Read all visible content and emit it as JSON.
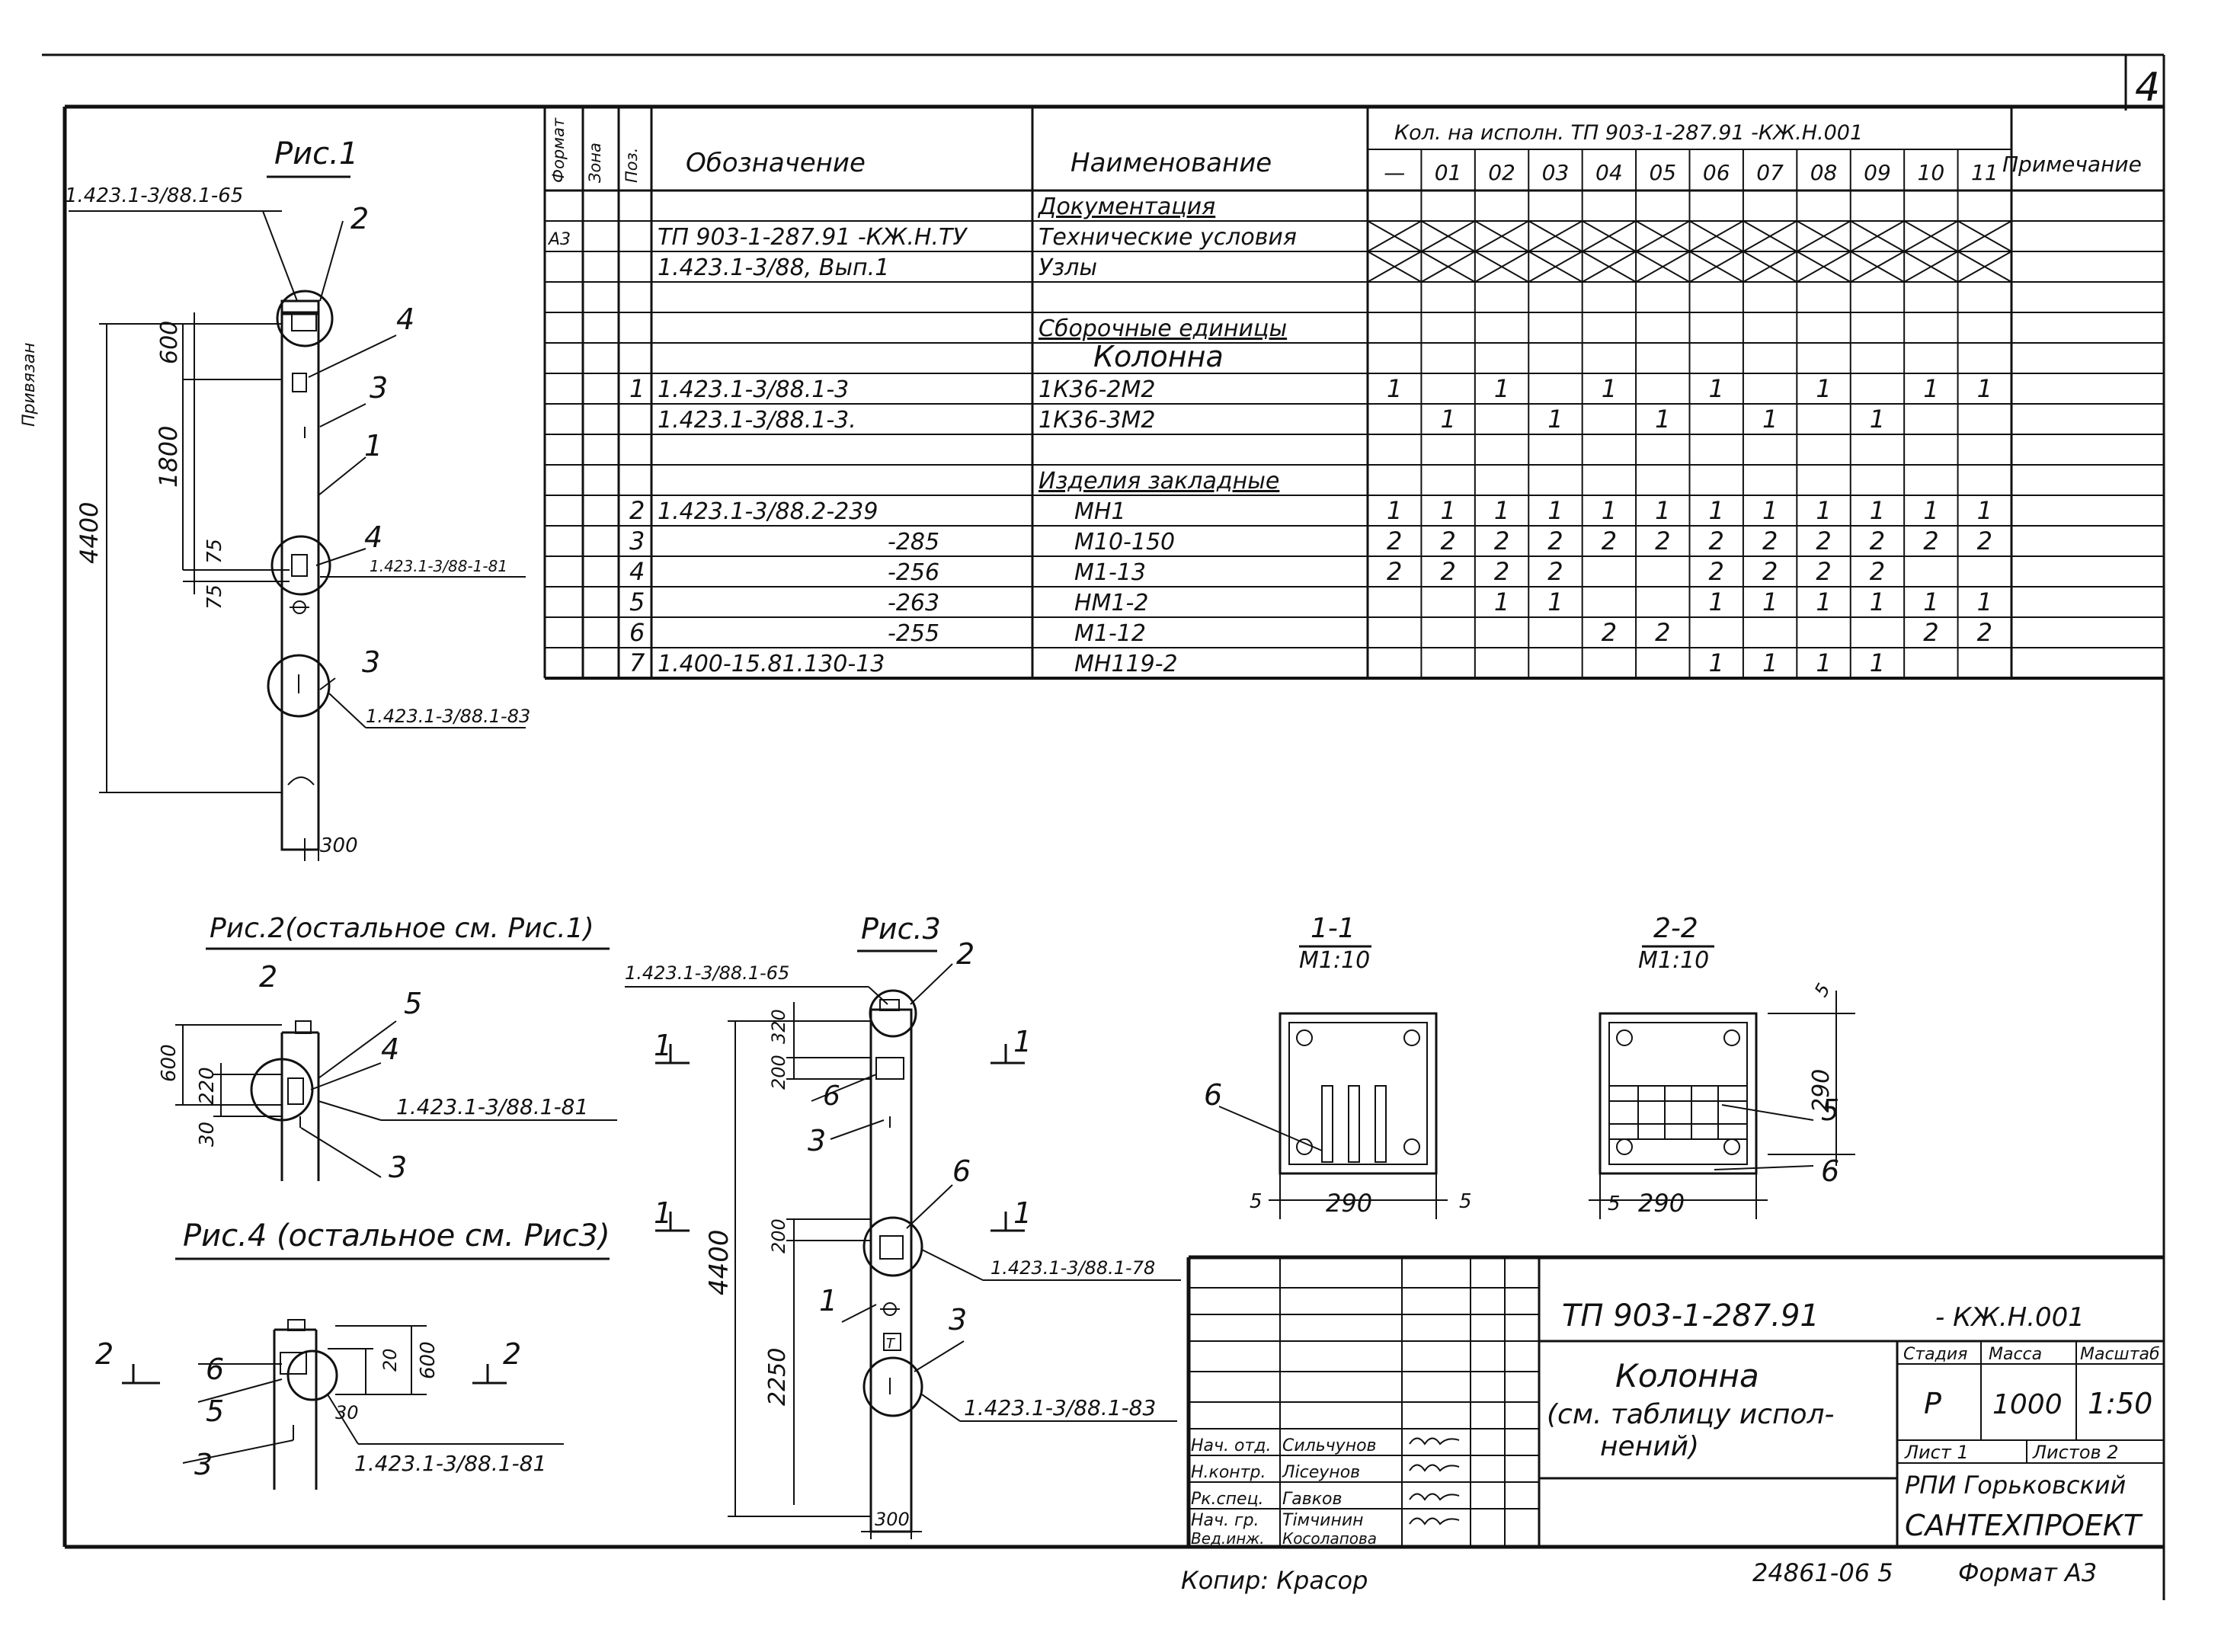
{
  "sheet": {
    "sheet_number": "4",
    "copy_note": "Копир: Красор",
    "bottom_code": "24861-06 5",
    "format_label": "Формат А3",
    "left_margin_note": "Привязан"
  },
  "spec_table": {
    "headers": {
      "format": "Формат",
      "zone": "Зона",
      "pos": "Поз.",
      "designation": "Обозначение",
      "name": "Наименование",
      "qty_group": "Кол. на исполн. ТП 903-1-287.91 -КЖ.Н.001",
      "note": "Примечание"
    },
    "variant_columns": [
      "—",
      "01",
      "02",
      "03",
      "04",
      "05",
      "06",
      "07",
      "08",
      "09",
      "10",
      "11"
    ],
    "rows": [
      {
        "format": "",
        "pos": "",
        "designation": "",
        "name": "Документация",
        "kind": "section",
        "qty": []
      },
      {
        "format": "А3",
        "pos": "",
        "designation": "ТП 903-1-287.91 -КЖ.Н.ТУ",
        "name": "Технические условия",
        "kind": "crossed",
        "qty": []
      },
      {
        "format": "",
        "pos": "",
        "designation": "1.423.1-3/88, Вып.1",
        "name": "Узлы",
        "kind": "crossed",
        "qty": []
      },
      {
        "format": "",
        "pos": "",
        "designation": "",
        "name": "",
        "kind": "blank",
        "qty": []
      },
      {
        "format": "",
        "pos": "",
        "designation": "",
        "name": "Сборочные единицы",
        "kind": "section",
        "qty": []
      },
      {
        "format": "",
        "pos": "",
        "designation": "",
        "name": "Колонна",
        "kind": "subtitle",
        "qty": []
      },
      {
        "format": "",
        "pos": "1",
        "designation": "1.423.1-3/88.1-3",
        "name": "1К36-2М2",
        "kind": "item",
        "qty": [
          "1",
          "",
          "1",
          "",
          "1",
          "",
          "1",
          "",
          "1",
          "",
          "1",
          "1"
        ]
      },
      {
        "format": "",
        "pos": "",
        "designation": "1.423.1-3/88.1-3.",
        "name": "1К36-3М2",
        "kind": "item",
        "qty": [
          "",
          "1",
          "",
          "1",
          "",
          "1",
          "",
          "1",
          "",
          "1",
          "",
          ""
        ]
      },
      {
        "format": "",
        "pos": "",
        "designation": "",
        "name": "",
        "kind": "blank",
        "qty": []
      },
      {
        "format": "",
        "pos": "",
        "designation": "",
        "name": "Изделия закладные",
        "kind": "section",
        "qty": []
      },
      {
        "format": "",
        "pos": "2",
        "designation": "1.423.1-3/88.2-239",
        "name": "МН1",
        "kind": "item",
        "qty": [
          "1",
          "1",
          "1",
          "1",
          "1",
          "1",
          "1",
          "1",
          "1",
          "1",
          "1",
          "1"
        ]
      },
      {
        "format": "",
        "pos": "3",
        "designation": "-285",
        "name": "М10-150",
        "kind": "item",
        "qty": [
          "2",
          "2",
          "2",
          "2",
          "2",
          "2",
          "2",
          "2",
          "2",
          "2",
          "2",
          "2"
        ]
      },
      {
        "format": "",
        "pos": "4",
        "designation": "-256",
        "name": "М1-13",
        "kind": "item",
        "qty": [
          "2",
          "2",
          "2",
          "2",
          "",
          "",
          "2",
          "2",
          "2",
          "2",
          "",
          ""
        ]
      },
      {
        "format": "",
        "pos": "5",
        "designation": "-263",
        "name": "НМ1-2",
        "kind": "item",
        "qty": [
          "",
          "",
          "1",
          "1",
          "",
          "",
          "1",
          "1",
          "1",
          "1",
          "1",
          "1"
        ]
      },
      {
        "format": "",
        "pos": "6",
        "designation": "-255",
        "name": "М1-12",
        "kind": "item",
        "qty": [
          "",
          "",
          "",
          "",
          "2",
          "2",
          "",
          "",
          "",
          "",
          "2",
          "2"
        ]
      },
      {
        "format": "",
        "pos": "7",
        "designation": "1.400-15.81.130-13",
        "name": "МН119-2",
        "kind": "item",
        "qty": [
          "",
          "",
          "",
          "",
          "",
          "",
          "1",
          "1",
          "1",
          "1",
          "",
          ""
        ]
      }
    ]
  },
  "fig1": {
    "title": "Рис.1",
    "ref_top": "1.423.1-3/88.1-65",
    "ref_mid": "1.423.1-3/88-1-81",
    "ref_low": "1.423.1-3/88.1-83",
    "dims": {
      "total": "4400",
      "upper": "1800",
      "top": "600",
      "d75a": "75",
      "d75b": "75",
      "width": "300"
    },
    "callouts": [
      "2",
      "4",
      "3",
      "1",
      "4",
      "3"
    ]
  },
  "fig2": {
    "title": "Рис.2(остальное см. Рис.1)",
    "ref": "1.423.1-3/88.1-81",
    "dims": {
      "d600": "600",
      "d220": "220",
      "d30": "30"
    },
    "callouts": [
      "2",
      "5",
      "4",
      "3"
    ]
  },
  "fig3": {
    "title": "Рис.3",
    "ref_top": "1.423.1-3/88.1-65",
    "ref_mid": "1.423.1-3/88.1-78",
    "ref_low": "1.423.1-3/88.1-83",
    "dims": {
      "d320": "320",
      "d200a": "200",
      "total": "4400",
      "d200b": "200",
      "d2250": "2250",
      "width": "300"
    },
    "callouts": [
      "2",
      "6",
      "3",
      "6",
      "1",
      "3"
    ],
    "section_marks": [
      "1",
      "1",
      "1",
      "1"
    ]
  },
  "fig4": {
    "title": "Рис.4 (остальное см. Рис3)",
    "ref": "1.423.1-3/88.1-81",
    "dims": {
      "d600": "600",
      "d20": "20",
      "d30": "30"
    },
    "callouts": [
      "6",
      "5",
      "3"
    ],
    "section_marks": [
      "2",
      "2"
    ]
  },
  "section1": {
    "title": "1-1",
    "scale": "М1:10",
    "dim_w": "290",
    "dim_side_a": "5",
    "dim_side_b": "5",
    "callout": "6"
  },
  "section2": {
    "title": "2-2",
    "scale": "М1:10",
    "dim_w": "290",
    "dim_side": "5",
    "dim_h": "290",
    "dim_top": "5",
    "callouts": [
      "5",
      "6"
    ]
  },
  "title_block": {
    "doc_code": "ТП 903-1-287.91",
    "doc_suffix": "- КЖ.Н.001",
    "title_line1": "Колонна",
    "title_line2": "(см. таблицу испол-",
    "title_line3": "нений)",
    "stage_label": "Стадия",
    "mass_label": "Масса",
    "scale_label": "Масштаб",
    "stage": "Р",
    "mass": "1000",
    "scale": "1:50",
    "sheet_label": "Лист 1",
    "sheets_label": "Листов 2",
    "org_line1": "РПИ Горьковский",
    "org_line2": "САНТЕХПРОЕКТ",
    "signers": [
      {
        "role": "Нач. отд.",
        "name": "Сильчунов"
      },
      {
        "role": "Н.контр.",
        "name": "Лісеунов"
      },
      {
        "role": "Рк.спец.",
        "name": "Гавков"
      },
      {
        "role": "Нач. гр.",
        "name": "Тімчинин"
      },
      {
        "role": "Вед.инж.",
        "name": "Косолапова"
      }
    ]
  }
}
